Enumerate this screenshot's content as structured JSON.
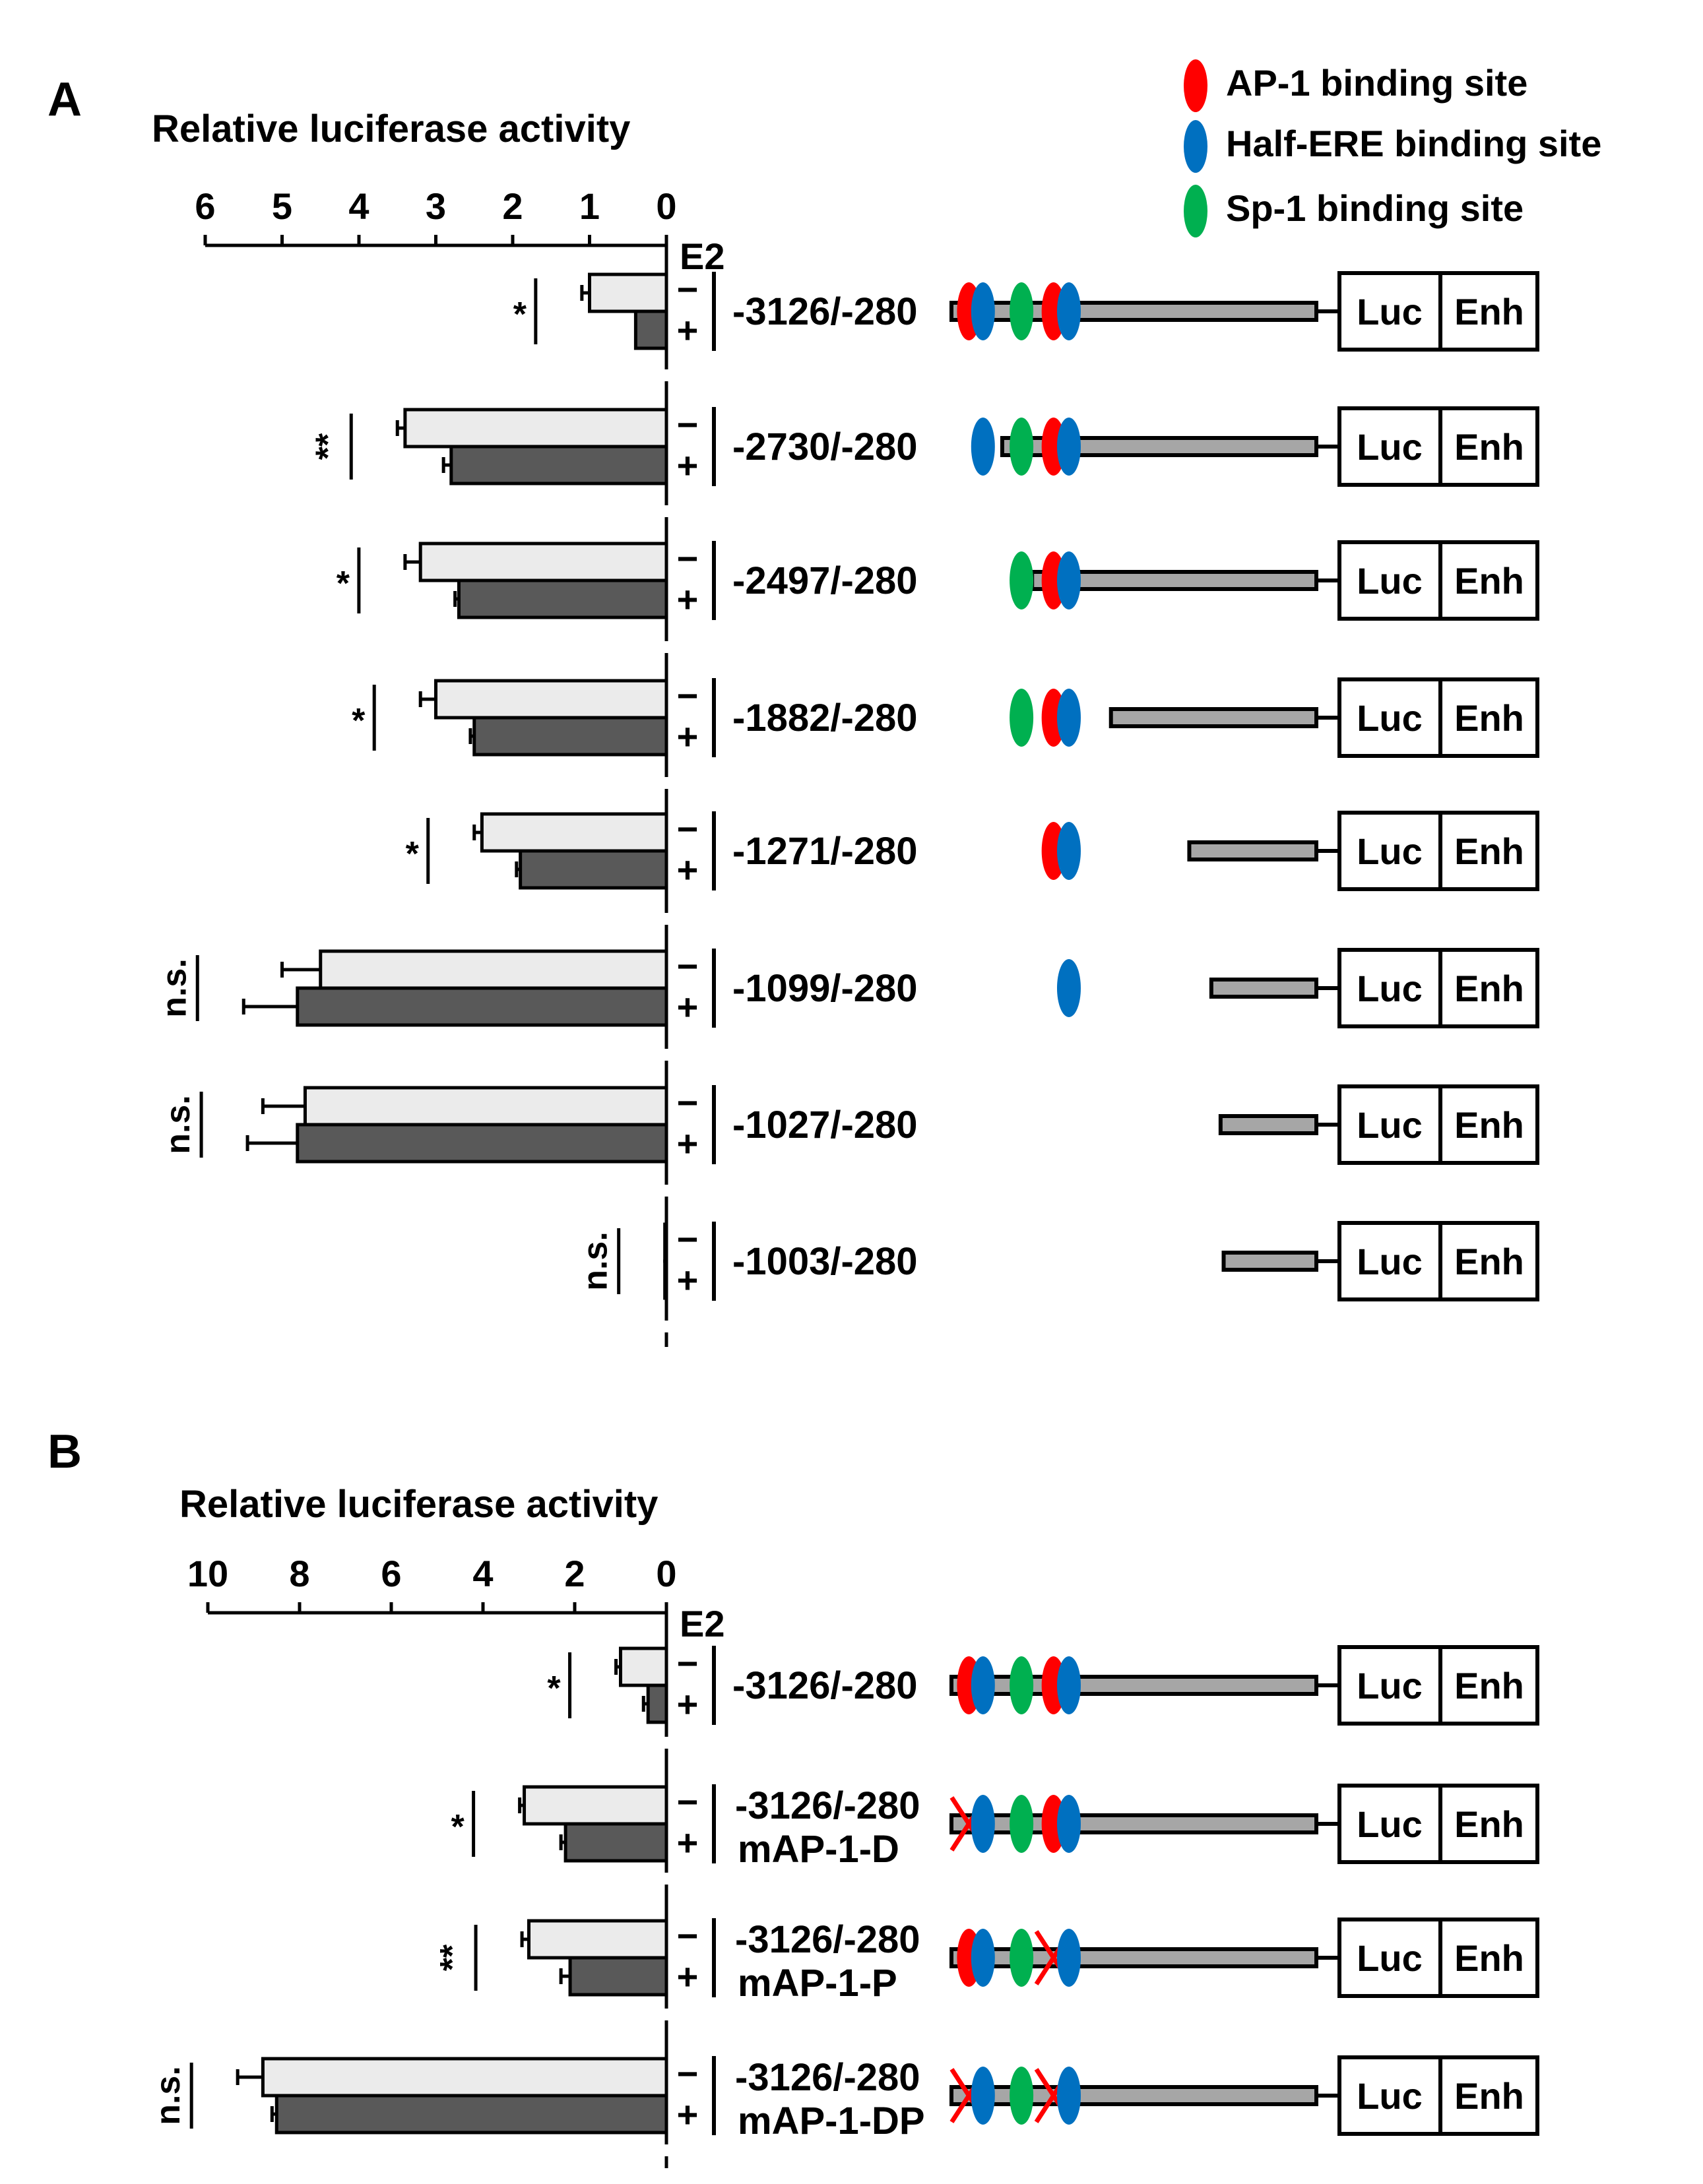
{
  "colors": {
    "minus_bar": "#ebebeb",
    "plus_bar": "#595959",
    "backbone": "#a6a6a6",
    "ap1": "#ff0000",
    "half_ere": "#0070c0",
    "sp1": "#00b050",
    "mutation": "#ff0000"
  },
  "legend": {
    "items": [
      {
        "label": "AP-1 binding site",
        "color": "#ff0000",
        "site": "ap1"
      },
      {
        "label": "Half-ERE binding site",
        "color": "#0070c0",
        "site": "half_ere"
      },
      {
        "label": "Sp-1 binding site",
        "color": "#00b050",
        "site": "sp1"
      }
    ]
  },
  "reporter": {
    "luc": "Luc",
    "enh": "Enh"
  },
  "chart_data": [
    {
      "type": "bar",
      "orientation": "horizontal",
      "panel": "A",
      "xlabel": "Relative luciferase activity",
      "treatment_label": "E2",
      "xlim": [
        0,
        6
      ],
      "ticks": [
        "6",
        "5",
        "4",
        "3",
        "2",
        "1",
        "0"
      ],
      "tick_values": [
        6,
        5,
        4,
        3,
        2,
        1,
        0
      ],
      "series_labels": [
        "−",
        "+"
      ],
      "categories": [
        "-3126/-280",
        "-2730/-280",
        "-2497/-280",
        "-1882/-280",
        "-1271/-280",
        "-1099/-280",
        "-1027/-280",
        "-1003/-280"
      ],
      "series": [
        {
          "values": [
            1.0,
            3.4,
            3.2,
            3.0,
            2.4,
            4.5,
            4.7,
            0.02
          ],
          "errors": [
            0.1,
            0.1,
            0.2,
            0.2,
            0.1,
            0.5,
            0.55,
            0
          ]
        },
        {
          "values": [
            0.4,
            2.8,
            2.7,
            2.5,
            1.9,
            4.8,
            4.8,
            0.02
          ],
          "errors": [
            0,
            0.1,
            0.05,
            0.05,
            0.05,
            0.7,
            0.65,
            0
          ]
        }
      ],
      "significance": [
        "*",
        "**",
        "*",
        "*",
        "*",
        "n.s.",
        "n.s.",
        "n.s."
      ],
      "constructs": [
        {
          "length": 3126,
          "sites": [
            {
              "kind": "ap1",
              "pos": -2990
            },
            {
              "kind": "half_ere",
              "pos": -2880
            },
            {
              "kind": "sp1",
              "pos": -2580
            },
            {
              "kind": "ap1",
              "pos": -2330
            },
            {
              "kind": "half_ere",
              "pos": -2210
            }
          ]
        },
        {
          "length": 2730,
          "sites": [
            {
              "kind": "half_ere",
              "pos": -2880
            },
            {
              "kind": "sp1",
              "pos": -2580
            },
            {
              "kind": "ap1",
              "pos": -2330
            },
            {
              "kind": "half_ere",
              "pos": -2210
            }
          ]
        },
        {
          "length": 2497,
          "sites": [
            {
              "kind": "sp1",
              "pos": -2580
            },
            {
              "kind": "ap1",
              "pos": -2330
            },
            {
              "kind": "half_ere",
              "pos": -2210
            }
          ]
        },
        {
          "length": 1882,
          "sites": [
            {
              "kind": "sp1",
              "pos": -2580
            },
            {
              "kind": "ap1",
              "pos": -2330
            },
            {
              "kind": "half_ere",
              "pos": -2210
            }
          ]
        },
        {
          "length": 1271,
          "sites": [
            {
              "kind": "ap1",
              "pos": -2330
            },
            {
              "kind": "half_ere",
              "pos": -2210
            }
          ]
        },
        {
          "length": 1099,
          "sites": [
            {
              "kind": "half_ere",
              "pos": -2210
            }
          ]
        },
        {
          "length": 1027,
          "sites": []
        },
        {
          "length": 1003,
          "sites": []
        }
      ]
    },
    {
      "type": "bar",
      "orientation": "horizontal",
      "panel": "B",
      "xlabel": "Relative luciferase activity",
      "treatment_label": "E2",
      "xlim": [
        0,
        10
      ],
      "ticks": [
        "10",
        "8",
        "6",
        "4",
        "2",
        "0"
      ],
      "tick_values": [
        10,
        8,
        6,
        4,
        2,
        0
      ],
      "series_labels": [
        "−",
        "+"
      ],
      "categories": [
        "-3126/-280",
        "-3126/-280",
        "-3126/-280",
        "-3126/-280"
      ],
      "category_sublabels": [
        "",
        "mAP-1-D",
        "mAP-1-P",
        "mAP-1-DP"
      ],
      "series": [
        {
          "values": [
            1.0,
            3.1,
            3.0,
            8.8
          ],
          "errors": [
            0.1,
            0.1,
            0.15,
            0.55
          ]
        },
        {
          "values": [
            0.4,
            2.2,
            2.1,
            8.5
          ],
          "errors": [
            0.1,
            0.1,
            0.2,
            0.1
          ]
        }
      ],
      "significance": [
        "*",
        "*",
        "**",
        "n.s."
      ],
      "constructs": [
        {
          "length": 3126,
          "sites": [
            {
              "kind": "ap1",
              "pos": -2990
            },
            {
              "kind": "half_ere",
              "pos": -2880
            },
            {
              "kind": "sp1",
              "pos": -2580
            },
            {
              "kind": "ap1",
              "pos": -2330
            },
            {
              "kind": "half_ere",
              "pos": -2210
            }
          ]
        },
        {
          "length": 3126,
          "sites": [
            {
              "kind": "ap1",
              "pos": -2990,
              "mutated": true
            },
            {
              "kind": "half_ere",
              "pos": -2880
            },
            {
              "kind": "sp1",
              "pos": -2580
            },
            {
              "kind": "ap1",
              "pos": -2330
            },
            {
              "kind": "half_ere",
              "pos": -2210
            }
          ]
        },
        {
          "length": 3126,
          "sites": [
            {
              "kind": "ap1",
              "pos": -2990
            },
            {
              "kind": "half_ere",
              "pos": -2880
            },
            {
              "kind": "sp1",
              "pos": -2580
            },
            {
              "kind": "ap1",
              "pos": -2330,
              "mutated": true
            },
            {
              "kind": "half_ere",
              "pos": -2210
            }
          ]
        },
        {
          "length": 3126,
          "sites": [
            {
              "kind": "ap1",
              "pos": -2990,
              "mutated": true
            },
            {
              "kind": "half_ere",
              "pos": -2880
            },
            {
              "kind": "sp1",
              "pos": -2580
            },
            {
              "kind": "ap1",
              "pos": -2330,
              "mutated": true
            },
            {
              "kind": "half_ere",
              "pos": -2210
            }
          ]
        }
      ]
    }
  ],
  "panels": [
    {
      "letter": "A"
    },
    {
      "letter": "B"
    }
  ]
}
